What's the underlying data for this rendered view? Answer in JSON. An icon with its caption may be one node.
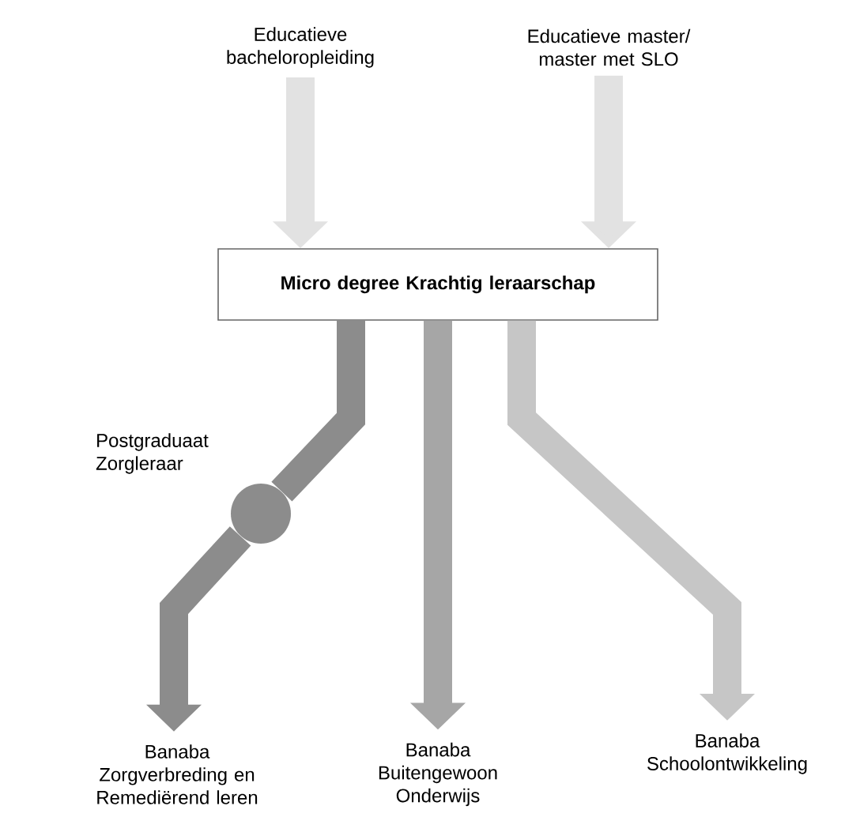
{
  "diagram": {
    "nodes": [
      {
        "text": [
          "Educatieve bacheloropleiding"
        ]
      },
      {
        "text": [
          "Educatieve master/ master met SLO"
        ]
      },
      {
        "text": [
          "Micro degree Krachtig leraarschap"
        ]
      },
      {
        "text": [],
        "shape": "circle",
        "beside": [
          "Postgraduaat Zorgleraar"
        ]
      },
      {
        "text": [
          "Banaba Zorgverbreding en Remediërend leren"
        ]
      },
      {
        "text": [
          "Banaba Buitengewoon Onderwijs"
        ]
      },
      {
        "text": [
          "Banaba Schoolontwikkeling"
        ]
      }
    ],
    "edges": [
      {
        "from": 0,
        "to": 2,
        "arrow": "to",
        "color": "#e2e2e2"
      },
      {
        "from": 1,
        "to": 2,
        "arrow": "to",
        "color": "#e2e2e2"
      },
      {
        "from": 2,
        "to": 3,
        "arrow": "none",
        "color": "#8c8c8c"
      },
      {
        "from": 3,
        "to": 4,
        "arrow": "to",
        "color": "#8c8c8c"
      },
      {
        "from": 2,
        "to": 5,
        "arrow": "to",
        "color": "#a6a6a6"
      },
      {
        "from": 2,
        "to": 6,
        "arrow": "to",
        "color": "#c6c6c6"
      }
    ]
  }
}
